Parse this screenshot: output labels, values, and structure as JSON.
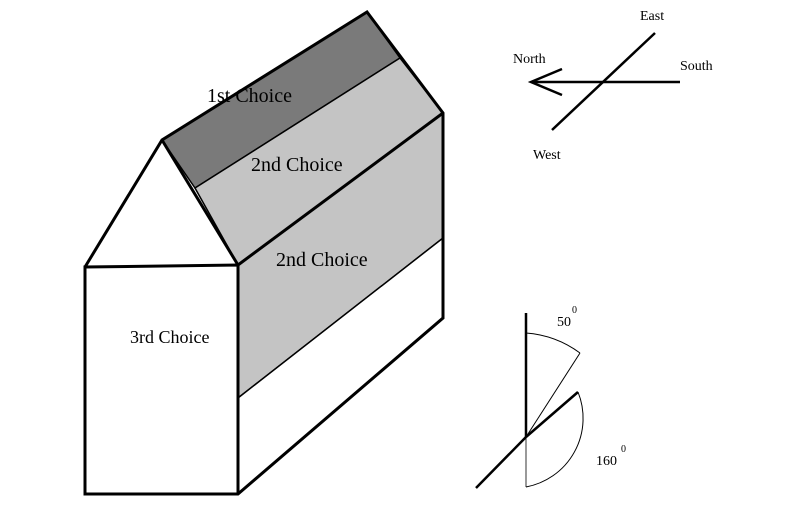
{
  "house": {
    "roof_top_label": "1st Choice",
    "roof_lower_label": "2nd Choice",
    "wall_upper_label": "2nd Choice",
    "gable_wall_label": "3rd Choice",
    "colors": {
      "first_choice": "#7a7a7a",
      "second_choice": "#c4c4c4",
      "third_choice": "#ffffff",
      "outline": "#000000"
    }
  },
  "compass": {
    "north": "North",
    "south": "South",
    "east": "East",
    "west": "West"
  },
  "angles": {
    "angle_1": "50",
    "angle_1_sup": "0",
    "angle_2": "160",
    "angle_2_sup": "0"
  }
}
